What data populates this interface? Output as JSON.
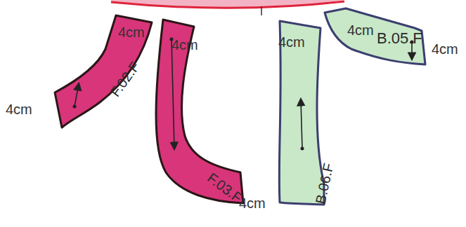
{
  "diagram": {
    "nodes": [
      {
        "text": [
          "F.02.F"
        ]
      },
      {
        "text": [
          "F.03.F"
        ]
      },
      {
        "text": [
          "B.06.F"
        ]
      },
      {
        "text": [
          "B.05.F"
        ]
      }
    ],
    "labels": [
      "4cm",
      "4cm",
      "4cm",
      "4cm",
      "4cm",
      "4cm",
      "4cm"
    ]
  }
}
